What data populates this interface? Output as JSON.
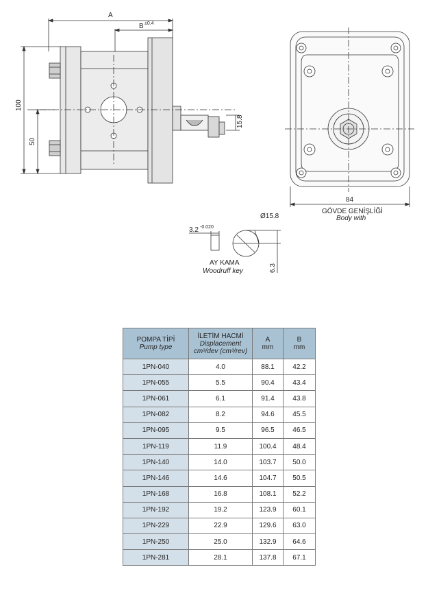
{
  "drawing": {
    "dims": {
      "a": "A",
      "b": "B",
      "b_tol": "±0.4",
      "h100": "100",
      "h50": "50",
      "d158": "15.8",
      "w84": "84",
      "key_w": "3.2",
      "key_tol": "-0.020",
      "dia": "Ø15.8",
      "h63": "6.3"
    },
    "body_label_tr": "GÖVDE GENİŞLİĞİ",
    "body_label_en": "Body with",
    "key_label_tr": "AY KAMA",
    "key_label_en": "Woodruff key"
  },
  "table": {
    "headers": [
      {
        "tr": "POMPA TİPİ",
        "en": "Pump type"
      },
      {
        "tr": "İLETİM HACMİ",
        "en": "Displacement",
        "en2": "cm³/dev (cm³/rev)"
      },
      {
        "tr": "A",
        "en": "mm"
      },
      {
        "tr": "B",
        "en": "mm"
      }
    ],
    "rows": [
      [
        "1PN-040",
        "4.0",
        "88.1",
        "42.2"
      ],
      [
        "1PN-055",
        "5.5",
        "90.4",
        "43.4"
      ],
      [
        "1PN-061",
        "6.1",
        "91.4",
        "43.8"
      ],
      [
        "1PN-082",
        "8.2",
        "94.6",
        "45.5"
      ],
      [
        "1PN-095",
        "9.5",
        "96.5",
        "46.5"
      ],
      [
        "1PN-119",
        "11.9",
        "100.4",
        "48.4"
      ],
      [
        "1PN-140",
        "14.0",
        "103.7",
        "50.0"
      ],
      [
        "1PN-146",
        "14.6",
        "104.7",
        "50.5"
      ],
      [
        "1PN-168",
        "16.8",
        "108.1",
        "52.2"
      ],
      [
        "1PN-192",
        "19.2",
        "123.9",
        "60.1"
      ],
      [
        "1PN-229",
        "22.9",
        "129.6",
        "63.0"
      ],
      [
        "1PN-250",
        "25.0",
        "132.9",
        "64.6"
      ],
      [
        "1PN-281",
        "28.1",
        "137.8",
        "67.1"
      ]
    ]
  }
}
